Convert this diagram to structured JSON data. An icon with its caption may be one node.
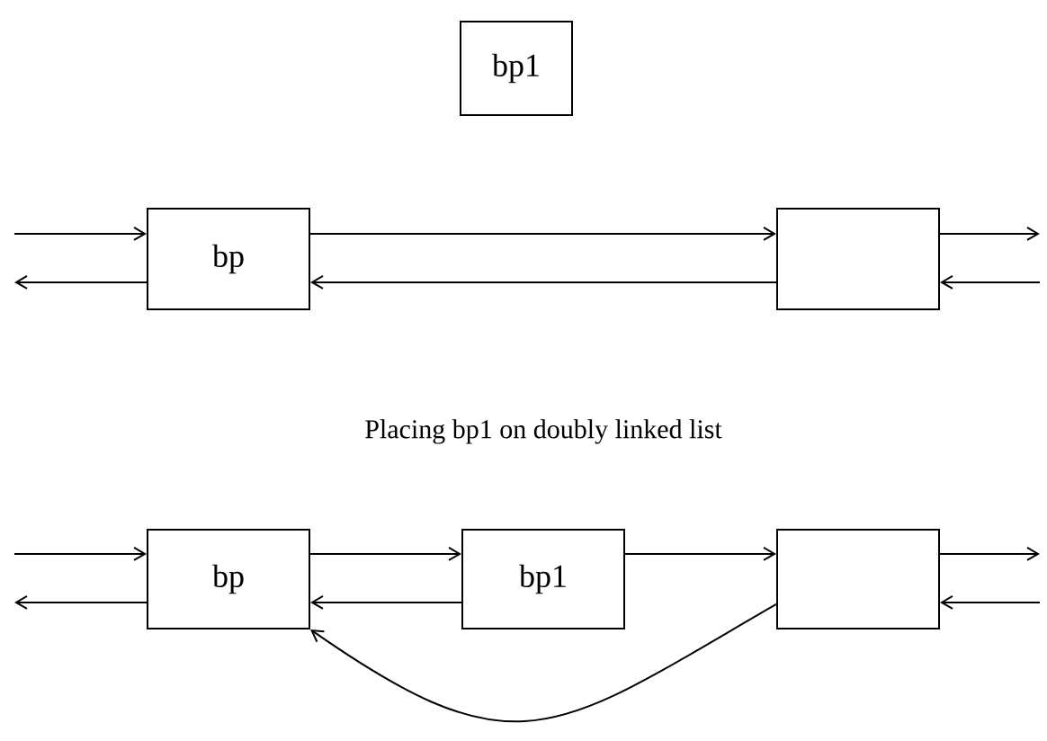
{
  "diagram": {
    "nodes": [
      {
        "text": [
          "bp1"
        ]
      },
      {
        "text": [
          "bp"
        ]
      },
      {
        "text": [],
        "shape": "box"
      },
      {
        "text": [
          "bp"
        ]
      },
      {
        "text": [
          "bp1"
        ]
      },
      {
        "text": [],
        "shape": "box"
      }
    ],
    "edges": [
      {
        "from": null,
        "to": 1,
        "arrow": "to"
      },
      {
        "from": 1,
        "to": null,
        "arrow": "to"
      },
      {
        "from": 1,
        "to": 2,
        "arrow": "to"
      },
      {
        "from": 2,
        "to": 1,
        "arrow": "to"
      },
      {
        "from": 2,
        "to": null,
        "arrow": "to"
      },
      {
        "from": null,
        "to": 2,
        "arrow": "to"
      },
      {
        "from": null,
        "to": 3,
        "arrow": "to"
      },
      {
        "from": 3,
        "to": null,
        "arrow": "to"
      },
      {
        "from": 3,
        "to": 4,
        "arrow": "to"
      },
      {
        "from": 4,
        "to": 3,
        "arrow": "to"
      },
      {
        "from": 4,
        "to": 5,
        "arrow": "to"
      },
      {
        "from": 5,
        "to": 3,
        "arrow": "to"
      },
      {
        "from": 5,
        "to": null,
        "arrow": "to"
      },
      {
        "from": null,
        "to": 5,
        "arrow": "to"
      }
    ],
    "labels": [
      "Placing bp1 on doubly linked list"
    ]
  }
}
